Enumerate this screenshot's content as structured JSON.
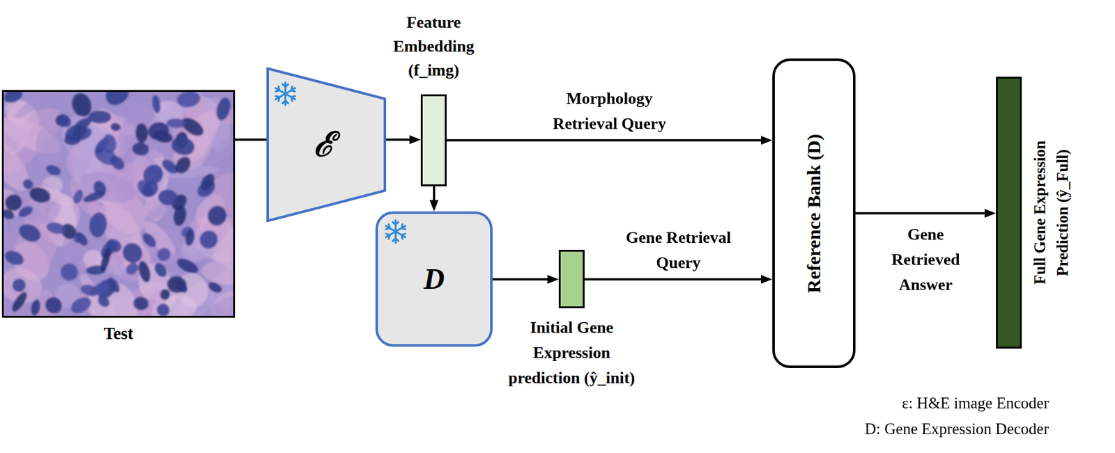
{
  "diagram": {
    "nodes": [
      {
        "text": [
          "Test"
        ]
      },
      {
        "text": [
          "ℰ"
        ]
      },
      {
        "text": [
          "Feature Embedding (f_img)"
        ]
      },
      {
        "text": [
          "D"
        ]
      },
      {
        "text": [
          "Initial Gene Expression prediction (ŷ_init)"
        ]
      },
      {
        "text": [
          "Reference Bank (D)"
        ]
      },
      {
        "text": [
          "Full Gene Expression Prediction (ŷ_Full)"
        ]
      }
    ],
    "edges": [
      {
        "from": 0,
        "to": 1,
        "arrow": "none"
      },
      {
        "from": 1,
        "to": 2,
        "arrow": "to"
      },
      {
        "from": 2,
        "to": 5,
        "label": "Morphology Retrieval Query",
        "arrow": "to"
      },
      {
        "from": 2,
        "to": 3,
        "arrow": "to"
      },
      {
        "from": 3,
        "to": 4,
        "arrow": "to"
      },
      {
        "from": 4,
        "to": 5,
        "label": "Gene Retrieval Query",
        "arrow": "to"
      },
      {
        "from": 5,
        "to": 6,
        "label": "Gene Retrieved Answer",
        "arrow": "to"
      }
    ],
    "labels": [
      "ε: H&E image Encoder",
      "D: Gene Expression Decoder"
    ]
  }
}
